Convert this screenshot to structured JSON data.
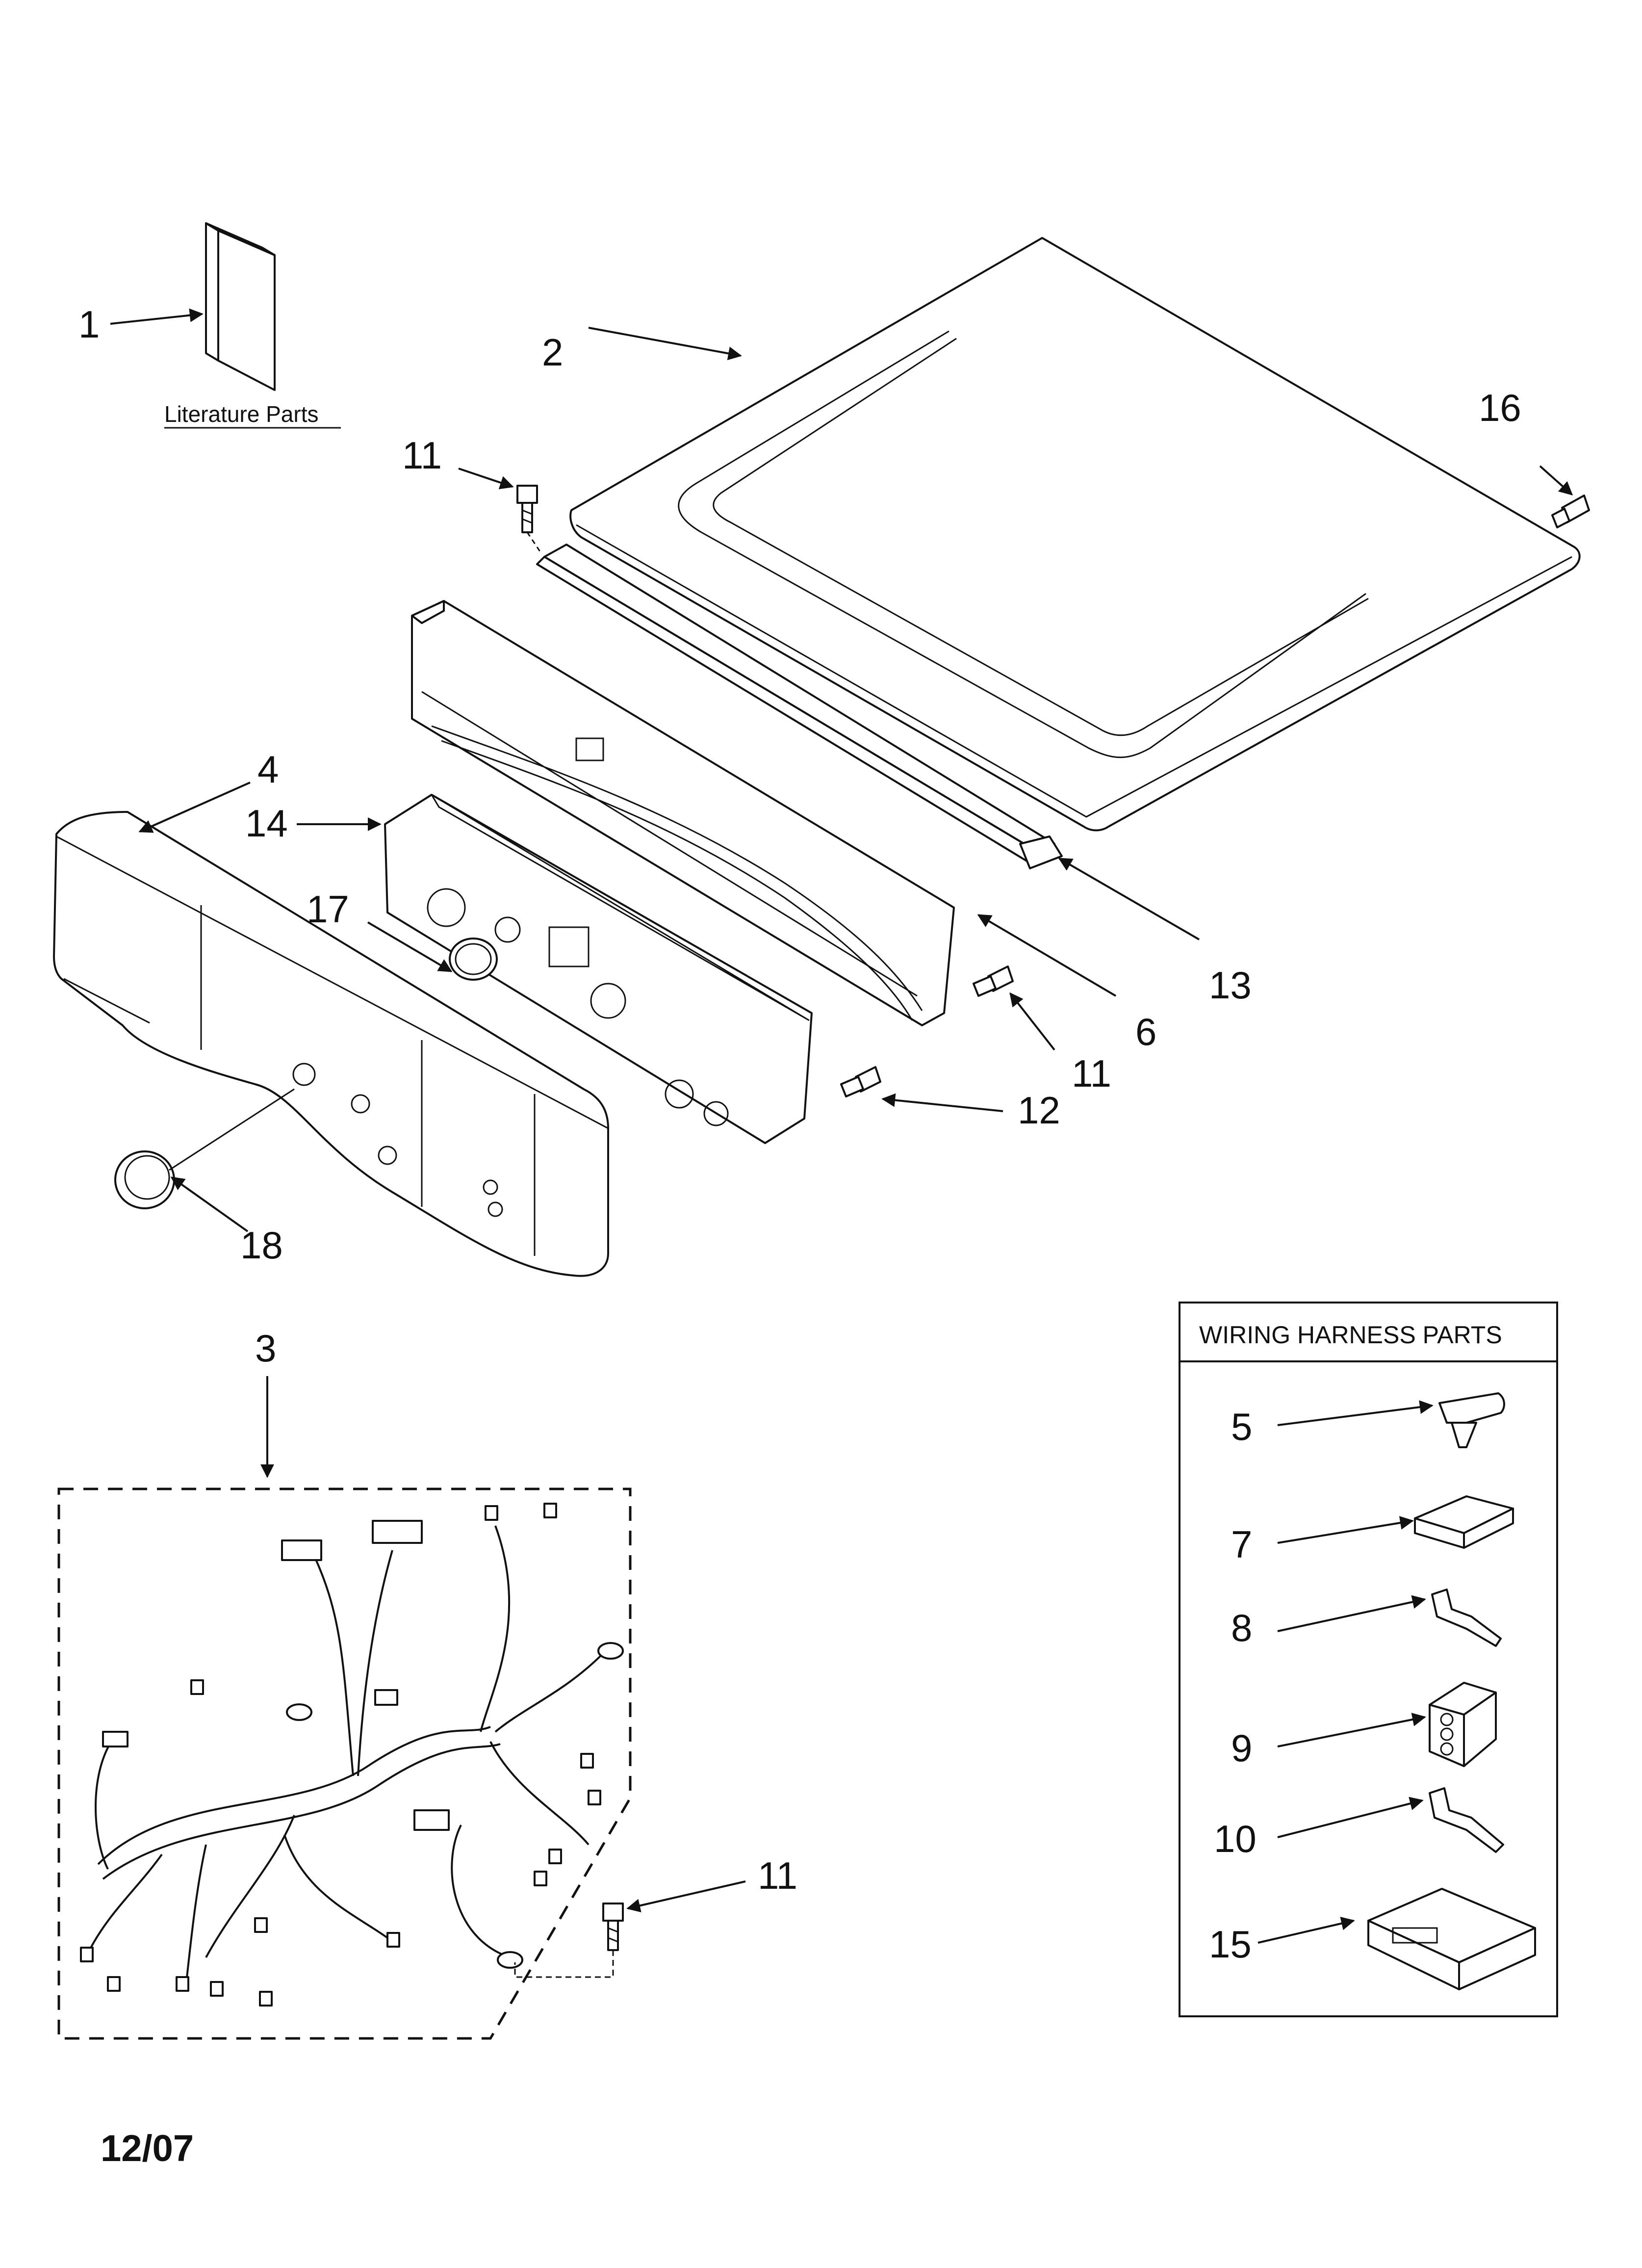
{
  "diagram": {
    "literature_label": "Literature Parts",
    "wiring_box_title": "WIRING HARNESS PARTS",
    "date_code": "12/07",
    "callouts": {
      "c1": "1",
      "c2": "2",
      "c3": "3",
      "c4": "4",
      "c5": "5",
      "c6": "6",
      "c7": "7",
      "c8": "8",
      "c9": "9",
      "c10": "10",
      "c11a": "11",
      "c11b": "11",
      "c11c": "11",
      "c12": "12",
      "c13": "13",
      "c14": "14",
      "c15": "15",
      "c16": "16",
      "c17": "17",
      "c18": "18"
    }
  }
}
